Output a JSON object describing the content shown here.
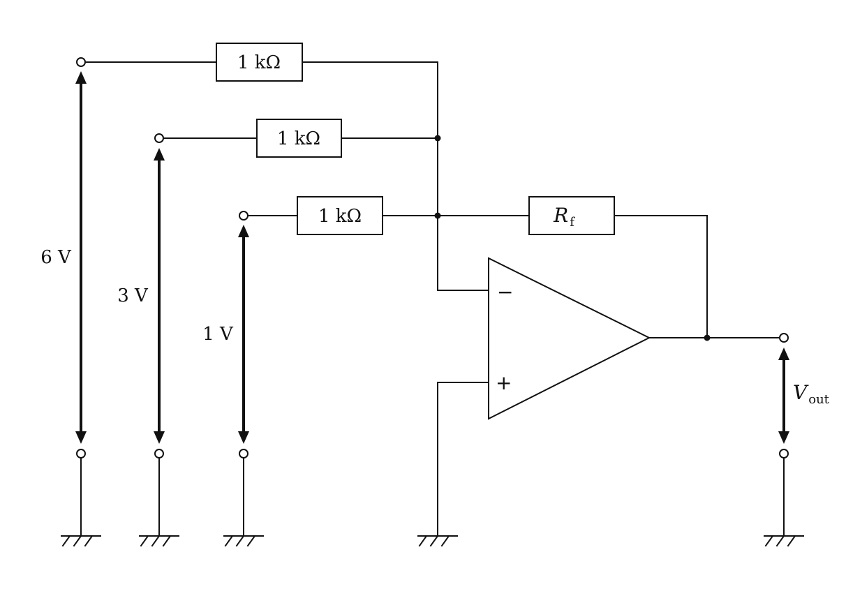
{
  "resistors": {
    "r1": "1 kΩ",
    "r2": "1 kΩ",
    "r3": "1 kΩ",
    "rf": {
      "symbol": "R",
      "subscript": "f"
    }
  },
  "sources": {
    "v1": "6 V",
    "v2": "3 V",
    "v3": "1 V"
  },
  "opamp": {
    "inverting": "−",
    "noninverting": "+"
  },
  "output": {
    "symbol": "V",
    "subscript": "out"
  }
}
